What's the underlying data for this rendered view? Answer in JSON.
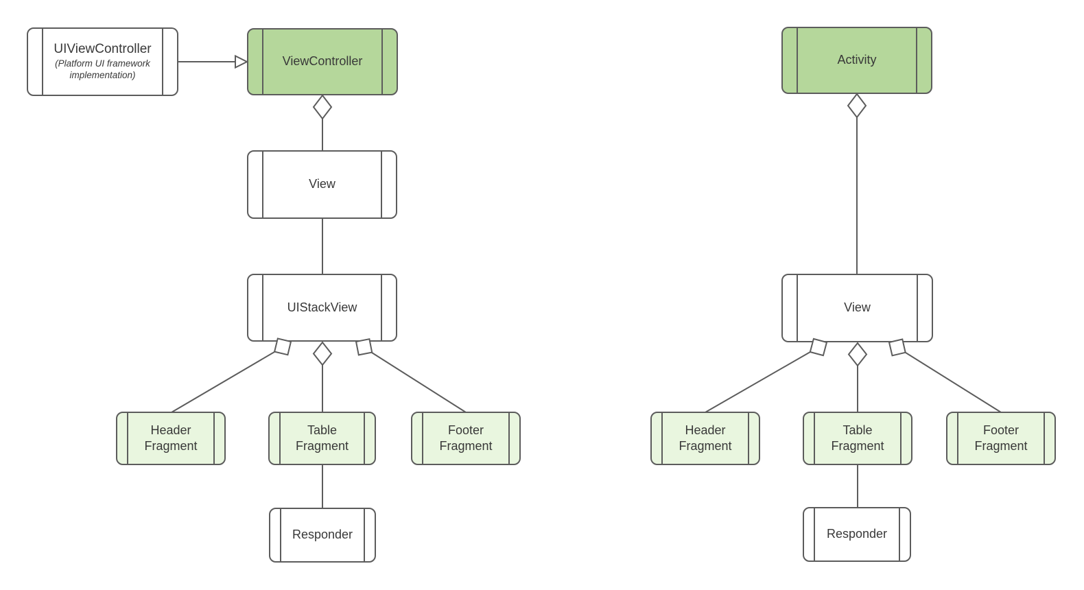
{
  "diagram_type": "uml-component-aggregation-diagram",
  "colors": {
    "stroke": "#5c5c5c",
    "text": "#383838",
    "highlight_fill": "#b5d79b",
    "fragment_fill": "#e9f6df",
    "plain_fill": "#ffffff",
    "background": "#ffffff"
  },
  "left": {
    "uiviewcontroller": {
      "title": "UIViewController",
      "subtitle": "(Platform UI framework implementation)"
    },
    "viewcontroller": {
      "label": "ViewController"
    },
    "view": {
      "label": "View"
    },
    "uistackview": {
      "label": "UIStackView"
    },
    "header_fragment": {
      "label": "Header Fragment"
    },
    "table_fragment": {
      "label": "Table Fragment"
    },
    "footer_fragment": {
      "label": "Footer Fragment"
    },
    "responder": {
      "label": "Responder"
    }
  },
  "right": {
    "activity": {
      "label": "Activity"
    },
    "view": {
      "label": "View"
    },
    "header_fragment": {
      "label": "Header Fragment"
    },
    "table_fragment": {
      "label": "Table Fragment"
    },
    "footer_fragment": {
      "label": "Footer Fragment"
    },
    "responder": {
      "label": "Responder"
    }
  },
  "relationships": [
    {
      "from": "UIViewController",
      "to": "ViewController",
      "type": "generalization",
      "diagram": "left"
    },
    {
      "from": "ViewController",
      "to": "View",
      "type": "aggregation",
      "diagram": "left"
    },
    {
      "from": "View",
      "to": "UIStackView",
      "type": "association",
      "diagram": "left"
    },
    {
      "from": "UIStackView",
      "to": "Header Fragment",
      "type": "aggregation",
      "diagram": "left"
    },
    {
      "from": "UIStackView",
      "to": "Table Fragment",
      "type": "aggregation",
      "diagram": "left"
    },
    {
      "from": "UIStackView",
      "to": "Footer Fragment",
      "type": "aggregation",
      "diagram": "left"
    },
    {
      "from": "Table Fragment",
      "to": "Responder",
      "type": "association",
      "diagram": "left"
    },
    {
      "from": "Activity",
      "to": "View",
      "type": "aggregation",
      "diagram": "right"
    },
    {
      "from": "View",
      "to": "Header Fragment",
      "type": "aggregation",
      "diagram": "right"
    },
    {
      "from": "View",
      "to": "Table Fragment",
      "type": "aggregation",
      "diagram": "right"
    },
    {
      "from": "View",
      "to": "Footer Fragment",
      "type": "aggregation",
      "diagram": "right"
    },
    {
      "from": "Table Fragment",
      "to": "Responder",
      "type": "association",
      "diagram": "right"
    }
  ]
}
